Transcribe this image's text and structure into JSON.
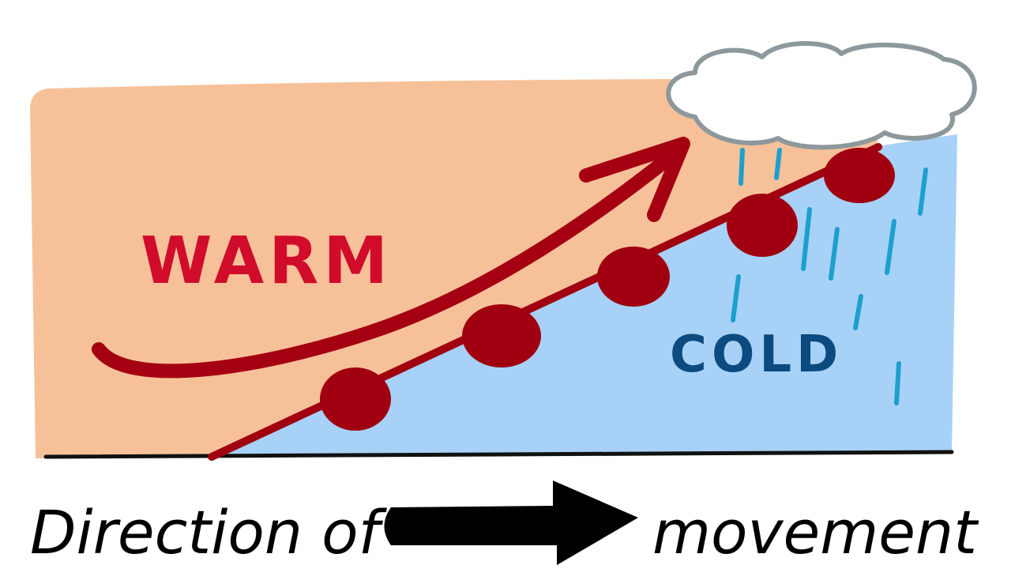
{
  "labels": {
    "warm": "WARM",
    "cold": "COLD",
    "caption_left": "Direction of",
    "caption_right": "movement"
  },
  "colors": {
    "warm_air": "#f6c199",
    "cold_air": "#a7d1f6",
    "front_line": "#a00010",
    "warm_arrow": "#a50012",
    "warm_text": "#d10c2a",
    "cold_text": "#0c4a7f",
    "rain": "#1d9fcf",
    "cloud_fill": "#ffffff",
    "cloud_outline": "#8d989c",
    "ground": "#111111",
    "direction_arrow": "#000000"
  },
  "icons": {
    "cloud": "cloud-icon",
    "rain": "rain-drop-icon",
    "front_symbol": "warm-front-semicircle-icon",
    "direction": "arrow-right-icon"
  }
}
